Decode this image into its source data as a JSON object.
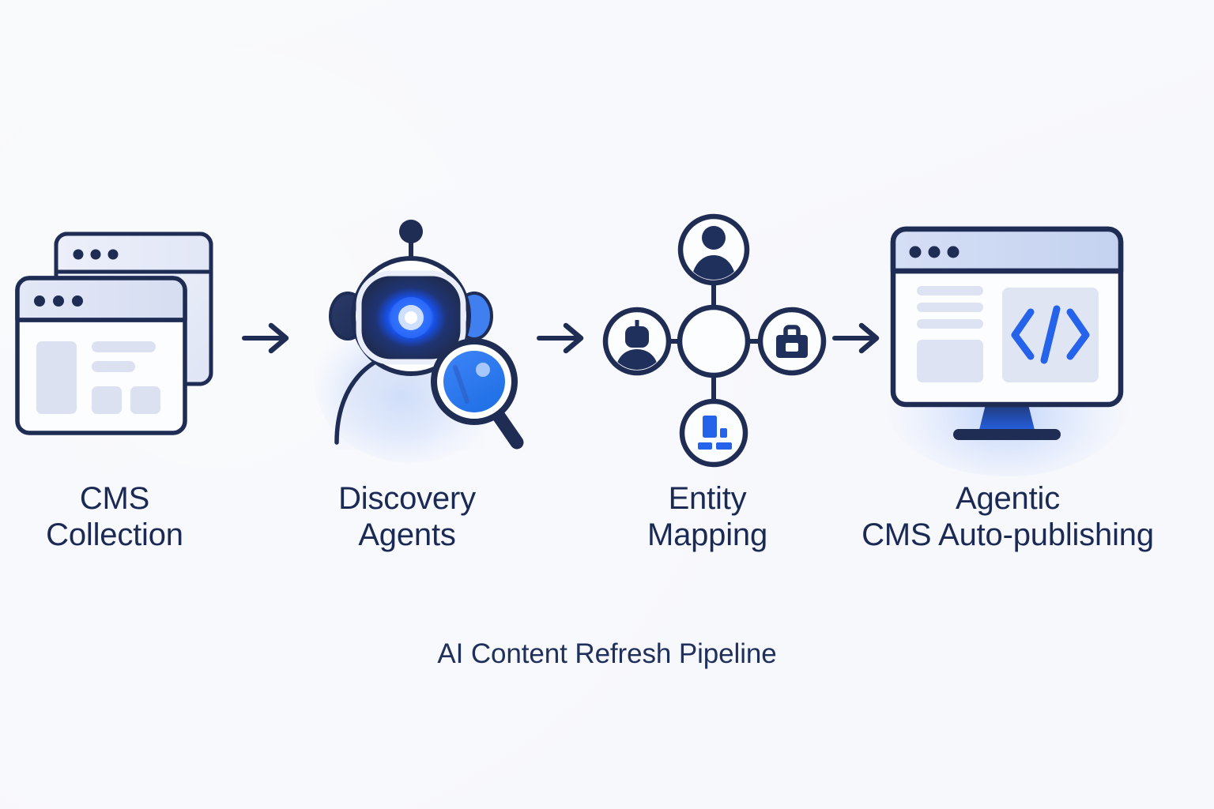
{
  "diagram": {
    "caption": "AI Content Refresh Pipeline",
    "background_color": "#f8f9fc",
    "ink_color": "#1f2d55",
    "accent_color": "#2563eb",
    "muted_fill": "#dbe0f0",
    "steps": [
      {
        "id": "cms-collection",
        "icon": "stacked-browser-windows-icon",
        "line1": "CMS",
        "line2": "Collection"
      },
      {
        "id": "discovery-agents",
        "icon": "robot-with-magnifier-icon",
        "line1": "Discovery",
        "line2": "Agents"
      },
      {
        "id": "entity-mapping",
        "icon": "entity-node-graph-icon",
        "line1": "Entity",
        "line2": "Mapping"
      },
      {
        "id": "agentic-cms",
        "icon": "monitor-code-icon",
        "line1": "Agentic",
        "line2": "CMS Auto-publishing"
      }
    ],
    "connectors": [
      {
        "id": "arrow-1",
        "from": "cms-collection",
        "to": "discovery-agents",
        "glyph": "arrow-right-icon"
      },
      {
        "id": "arrow-2",
        "from": "discovery-agents",
        "to": "entity-mapping",
        "glyph": "arrow-right-icon"
      },
      {
        "id": "arrow-3",
        "from": "entity-mapping",
        "to": "agentic-cms",
        "glyph": "arrow-right-icon"
      }
    ],
    "entity_graph": {
      "center_node": "hub-node",
      "nodes": [
        {
          "id": "node-top",
          "icon": "person-avatar-icon",
          "position": "top"
        },
        {
          "id": "node-left",
          "icon": "robot-avatar-icon",
          "position": "left"
        },
        {
          "id": "node-right",
          "icon": "briefcase-icon",
          "position": "right"
        },
        {
          "id": "node-bottom",
          "icon": "content-blocks-icon",
          "position": "bottom"
        }
      ]
    }
  }
}
